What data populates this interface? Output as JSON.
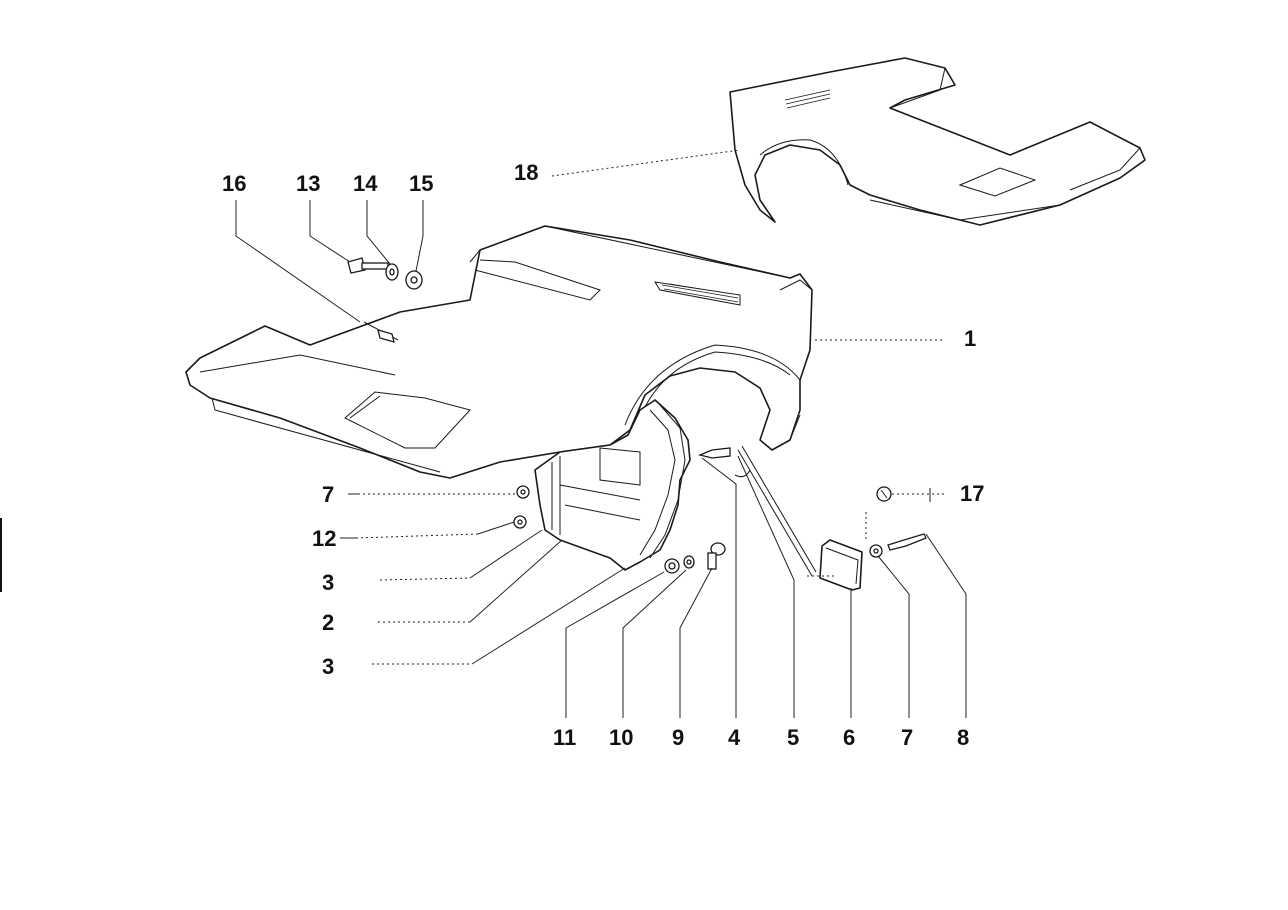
{
  "diagram": {
    "callouts": [
      {
        "id": "c1",
        "label": "1"
      },
      {
        "id": "c2",
        "label": "2"
      },
      {
        "id": "c3a",
        "label": "3"
      },
      {
        "id": "c3b",
        "label": "3"
      },
      {
        "id": "c4",
        "label": "4"
      },
      {
        "id": "c5",
        "label": "5"
      },
      {
        "id": "c6",
        "label": "6"
      },
      {
        "id": "c7a",
        "label": "7"
      },
      {
        "id": "c7b",
        "label": "7"
      },
      {
        "id": "c8",
        "label": "8"
      },
      {
        "id": "c9",
        "label": "9"
      },
      {
        "id": "c10",
        "label": "10"
      },
      {
        "id": "c11",
        "label": "11"
      },
      {
        "id": "c12",
        "label": "12"
      },
      {
        "id": "c13",
        "label": "13"
      },
      {
        "id": "c14",
        "label": "14"
      },
      {
        "id": "c15",
        "label": "15"
      },
      {
        "id": "c16",
        "label": "16"
      },
      {
        "id": "c17",
        "label": "17"
      },
      {
        "id": "c18",
        "label": "18"
      }
    ],
    "colors": {
      "ink": "#111111",
      "background": "#ffffff"
    }
  }
}
